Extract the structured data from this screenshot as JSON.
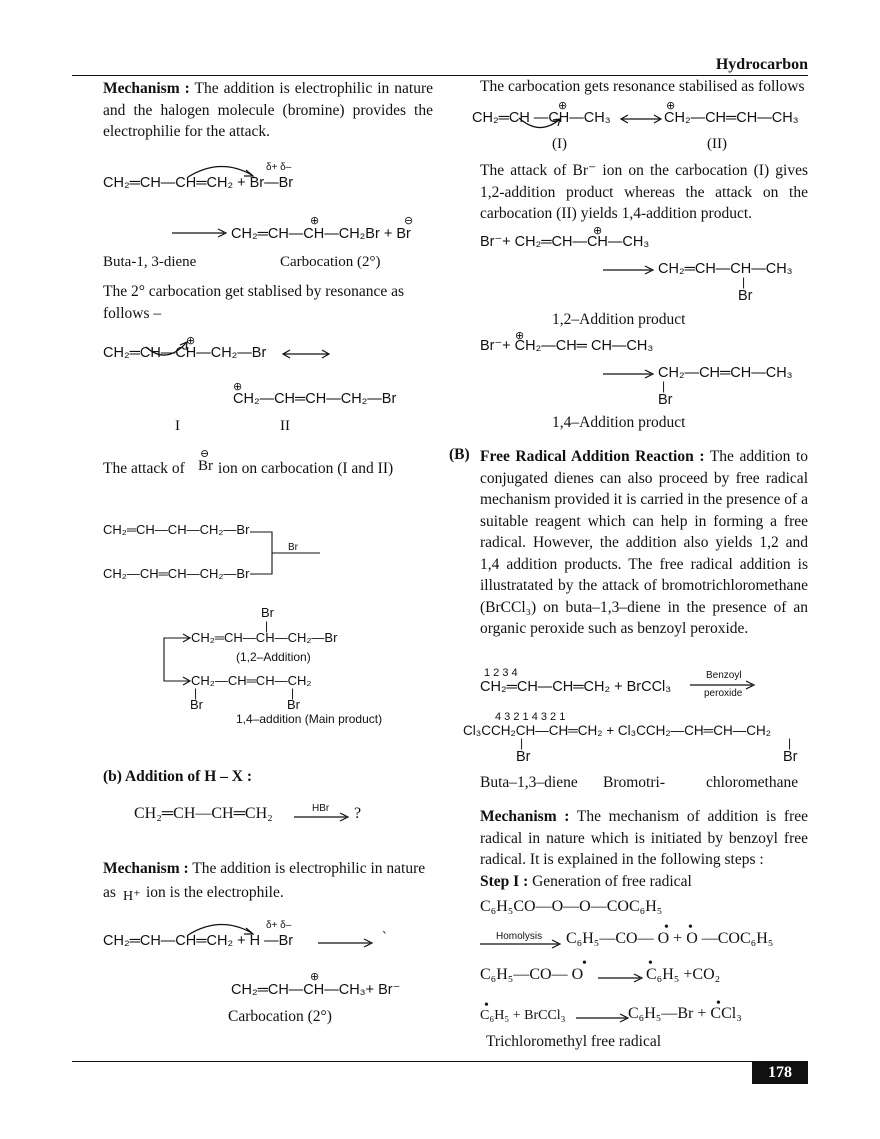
{
  "header": {
    "title": "Hydrocarbon"
  },
  "footer": {
    "page_number": "178"
  },
  "left": {
    "mech1_label": "Mechanism :",
    "mech1_text": " The addition is electrophilic in nature and the halogen molecule (bromine) provides the electrophilie for the attack.",
    "eq1_reactant": "CH₂═CH—CH═CH₂ + Br—Br",
    "eq1_charges": "δ+   δ–",
    "eq1_product": "CH₂═CH—CH—CH₂Br + Br",
    "eq1_plus_sign": "⊕",
    "eq1_minus_sign": "⊖",
    "label_butadiene": "Buta-1, 3-diene",
    "label_carbocation": "Carbocation (2°)",
    "resonance_text": "The 2° carbocation get stablised by resonance as follows –",
    "res_I": "CH₂═CH—CH—CH₂—Br",
    "res_II": "CH₂—CH═CH—CH₂—Br",
    "label_I": "I",
    "label_II": "II",
    "attack_text_a": "The attack of",
    "attack_br": "Br",
    "attack_text_b": "ion on carbocation (I and II)",
    "box1_line1": "CH₂═CH—CH—CH₂—Br",
    "box1_line2": "CH₂—CH═CH—CH₂—Br",
    "box1_reagent": "Br",
    "box2_br_top": "Br",
    "box2_line1": "CH₂═CH—CH—CH₂—Br",
    "box2_label1": "(1,2–Addition)",
    "box2_line2": "CH₂—CH═CH—CH₂",
    "box2_br_left": "Br",
    "box2_br_right": "Br",
    "box2_label2": "1,4–addition  (Main product)",
    "section_b": "(b)   Addition of H – X :",
    "hx_eq": "CH₂═CH—CH═CH₂",
    "hx_reagent": "HBr",
    "hx_q": "?",
    "mech2_label": "Mechanism :",
    "mech2_text": " The addition is electrophilic in nature",
    "mech2_as": "as",
    "mech2_h": "H⁺",
    "mech2_tail": "ion is the electrophile.",
    "eq2_reactant": "CH₂═CH—CH═CH₂ + H —Br",
    "eq2_charges": "δ+   δ–",
    "eq2_tick": "`",
    "eq2_product": "CH₂═CH—CH—CH₃+ Br⁻",
    "eq2_label": "Carbocation (2°)"
  },
  "right": {
    "res_intro": "The carbocation gets resonance stabilised as follows",
    "res_left": "CH₂═CH —CH—CH₃",
    "res_right": "CH₂—CH═CH—CH₃",
    "res_I": "(I)",
    "res_II": "(II)",
    "attack_para": "The attack of Br⁻ ion on the carbocation (I) gives 1,2-addition product whereas the attack on the carbocation (II) yields 1,4-addition product.",
    "eq12_reactant": "Br⁻+ CH₂═CH—CH—CH₃",
    "eq12_product": "CH₂═CH—CH—CH₃",
    "eq12_br": "Br",
    "eq12_label": "1,2–Addition product",
    "eq14_reactant": "Br⁻+ CH₂—CH═ CH—CH₃",
    "eq14_product": "CH₂—CH═CH—CH₃",
    "eq14_br": "Br",
    "eq14_label": "1,4–Addition product",
    "section_B_label": "(B)",
    "section_B_title": "Free Radical Addition Reaction :",
    "section_B_text": " The addition to conjugated dienes can also proceed by free radical mechanism provided it is carried in the presence of a suitable reagent which can help in forming a free radical. However, the addition also yields 1,2 and 1,4 addition products. The free radical addition is illustratated by the attack of bromotrichloromethane (BrCCl₃) on buta–1,3–diene in the presence of an organic peroxide such as benzoyl peroxide.",
    "fr_numbers": "1      2       3       4",
    "fr_reactant": "CH₂═CH—CH═CH₂ + BrCCl₃",
    "fr_reagent1": "Benzoyl",
    "fr_reagent2": "peroxide",
    "fr_numbers2": "4     3          2       1                    4        3       2       1",
    "fr_product": "Cl₃CCH₂CH—CH═CH₂ + Cl₃CCH₂—CH═CH—CH₂",
    "fr_br1": "Br",
    "fr_br2": "Br",
    "fr_label_a": "Buta–1,3–diene",
    "fr_label_b": "Bromotri-",
    "fr_label_c": "chloromethane",
    "mech_label": "Mechanism :",
    "mech_text": " The mechanism of addition is free radical in nature which is initiated by benzoyl free radical. It is explained in the following steps :",
    "step_label": "Step I :",
    "step_text": " Generation of free radical",
    "peroxide": "C₆H₅CO—O—O—COC₆H₅",
    "homolysis": "Homolysis",
    "homolysis_product": "C₆H₅—CO— O + O —COC₆H₅",
    "decarb_left": "C₆H₅—CO— O",
    "decarb_right": "C₆H₅ +CO₂",
    "final_left": "C₆H₅ + BrCCl₃",
    "final_right": "C₆H₅—Br + CCl₃",
    "final_label": "Trichloromethyl free radical"
  }
}
